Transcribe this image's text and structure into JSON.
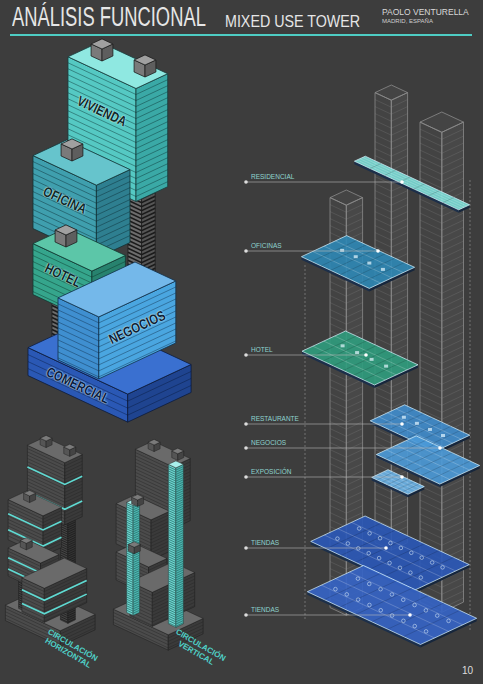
{
  "diagram": {
    "title": "ANÁLISIS FUNCIONAL",
    "nodes": [
      {
        "text": [
          "VIVIENDA"
        ]
      },
      {
        "text": [
          "OFICINA"
        ]
      },
      {
        "text": [
          "HOTEL"
        ]
      },
      {
        "text": [
          "NEGOCIOS"
        ]
      },
      {
        "text": [
          "COMERCIAL"
        ]
      }
    ],
    "labels": [
      "MIXED USE TOWER",
      "PAOLO VENTURELLA",
      "MADRID, ESPAÑA",
      "RESIDENCIAL",
      "OFICINAS",
      "HOTEL",
      "RESTAURANTE",
      "NEGOCIOS",
      "EXPOSICIÓN",
      "TIENDAS",
      "TIENDAS",
      "CIRCULACIÓN HORIZONTAL",
      "CIRCULACIÓN VERTICAL",
      "10"
    ]
  }
}
